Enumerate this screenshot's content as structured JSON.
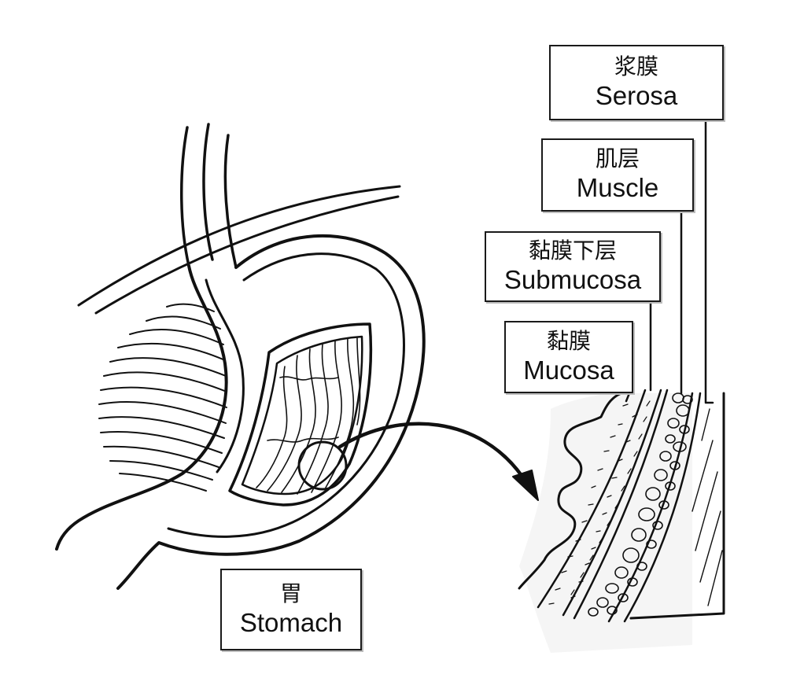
{
  "labels": {
    "serosa": {
      "zh": "浆膜",
      "en": "Serosa"
    },
    "muscle": {
      "zh": "肌层",
      "en": "Muscle"
    },
    "submucosa": {
      "zh": "黏膜下层",
      "en": "Submucosa"
    },
    "mucosa": {
      "zh": "黏膜",
      "en": "Mucosa"
    },
    "stomach": {
      "zh": "胃",
      "en": "Stomach"
    }
  }
}
